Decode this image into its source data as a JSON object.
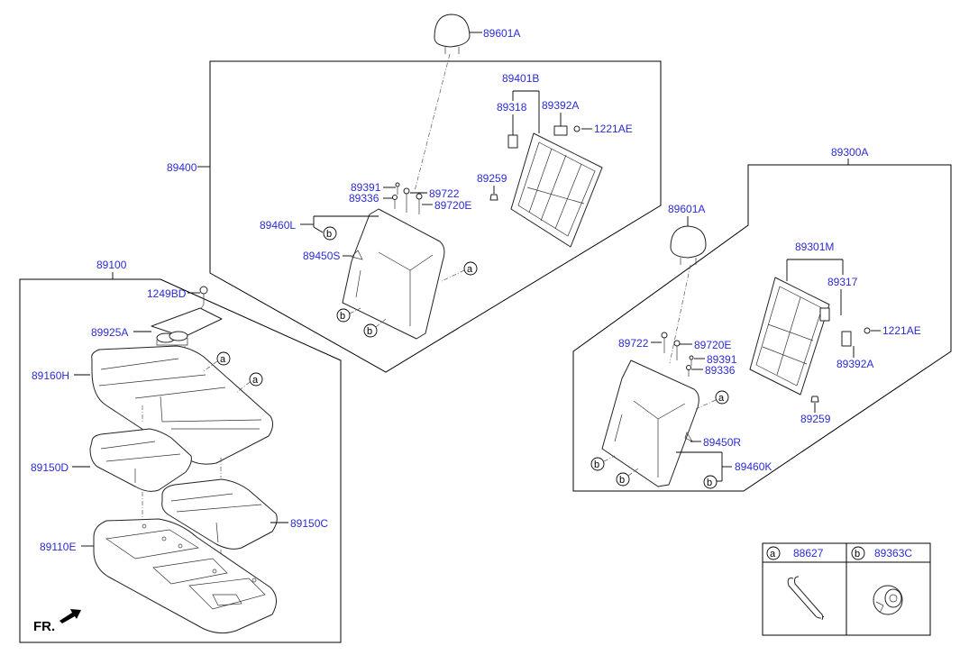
{
  "labels": {
    "p89601A_top": "89601A",
    "p89400": "89400",
    "p89401B": "89401B",
    "p89318": "89318",
    "p89392A_l": "89392A",
    "p1221AE_l": "1221AE",
    "p89259_l": "89259",
    "p89391_l": "89391",
    "p89336_l": "89336",
    "p89722_l": "89722",
    "p89720E_l": "89720E",
    "p89460L": "89460L",
    "p89450S": "89450S",
    "p89300A": "89300A",
    "p89601A_r": "89601A",
    "p89301M": "89301M",
    "p89317": "89317",
    "p1221AE_r": "1221AE",
    "p89392A_r": "89392A",
    "p89259_r": "89259",
    "p89722_r": "89722",
    "p89720E_r": "89720E",
    "p89391_r": "89391",
    "p89336_r": "89336",
    "p89450R": "89450R",
    "p89460K": "89460K",
    "p89100": "89100",
    "p1249BD": "1249BD",
    "p89925A": "89925A",
    "p89160H": "89160H",
    "p89150D": "89150D",
    "p89150C": "89150C",
    "p89110E": "89110E",
    "fr": "FR."
  },
  "callouts": {
    "a": "a",
    "b": "b"
  },
  "legend": {
    "a_part": "88627",
    "b_part": "89363C"
  }
}
